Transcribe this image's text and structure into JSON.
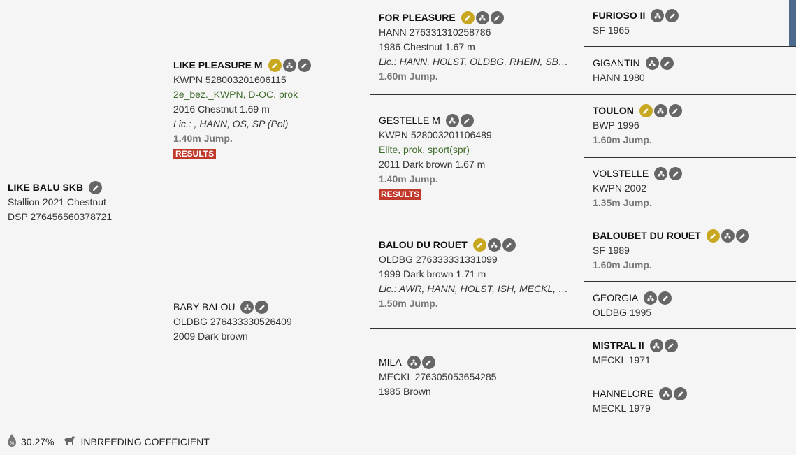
{
  "subject": {
    "name": "LIKE BALU SKB",
    "line1": "Stallion 2021 Chestnut",
    "line2": "DSP 276456560378721"
  },
  "sire": {
    "name": "LIKE PLEASURE M",
    "reg": "KWPN 528003201606115",
    "predicates": "2e_bez._KWPN, D-OC, prok",
    "info": "2016 Chestnut 1.69 m",
    "lic": "Lic.: , HANN, OS, SP (Pol)",
    "jump": "1.40m Jump.",
    "results": "RESULTS"
  },
  "dam": {
    "name": "BABY BALOU",
    "reg": "OLDBG 276433330526409",
    "info": "2009 Dark brown"
  },
  "ss": {
    "name": "FOR PLEASURE",
    "reg": "HANN 276331310258786",
    "info": "1986 Chestnut 1.67 m",
    "lic": "Lic.: HANN, HOLST, OLDBG, RHEIN, SBS, SF, ...",
    "jump": "1.60m Jump."
  },
  "sd": {
    "name": "GESTELLE M",
    "reg": "KWPN 528003201106489",
    "predicates": "Elite, prok, sport(spr)",
    "info": "2011 Dark brown 1.67 m",
    "jump": "1.40m Jump.",
    "results": "RESULTS"
  },
  "ds": {
    "name": "BALOU DU ROUET",
    "reg": "OLDBG 276333331331099",
    "info": "1999 Dark brown 1.71 m",
    "lic": "Lic.: AWR, HANN, HOLST, ISH, MECKL, MIPA...",
    "jump": "1.50m Jump."
  },
  "dd": {
    "name": "MILA",
    "reg": "MECKL 276305053654285",
    "info": "1985 Brown"
  },
  "g1": {
    "name": "FURIOSO II",
    "line": "SF 1965"
  },
  "g2": {
    "name": "GIGANTIN",
    "line": "HANN 1980"
  },
  "g3": {
    "name": "TOULON",
    "line": "BWP 1996",
    "jump": "1.60m Jump."
  },
  "g4": {
    "name": "VOLSTELLE",
    "line": "KWPN 2002",
    "jump": "1.35m Jump."
  },
  "g5": {
    "name": "BALOUBET DU ROUET",
    "line": "SF 1989",
    "jump": "1.60m Jump."
  },
  "g6": {
    "name": "GEORGIA",
    "line": "OLDBG 1995"
  },
  "g7": {
    "name": "MISTRAL II",
    "line": "MECKL 1971"
  },
  "g8": {
    "name": "HANNELORE",
    "line": "MECKL 1979"
  },
  "footer": {
    "percent": "30.27%",
    "label": "INBREEDING COEFFICIENT"
  },
  "icons": {
    "edit": "pencil-icon",
    "pedigree": "pedigree-tree-icon",
    "stallion": "approved-stallion-icon",
    "drop": "percent-drop-icon",
    "horse": "horse-icon"
  },
  "colors": {
    "gold": "#c9a821",
    "icon_dark": "#666666",
    "results_red": "#c0392b",
    "predicate_green": "#3f6b2a",
    "accent_blue": "#4c6a8e"
  }
}
